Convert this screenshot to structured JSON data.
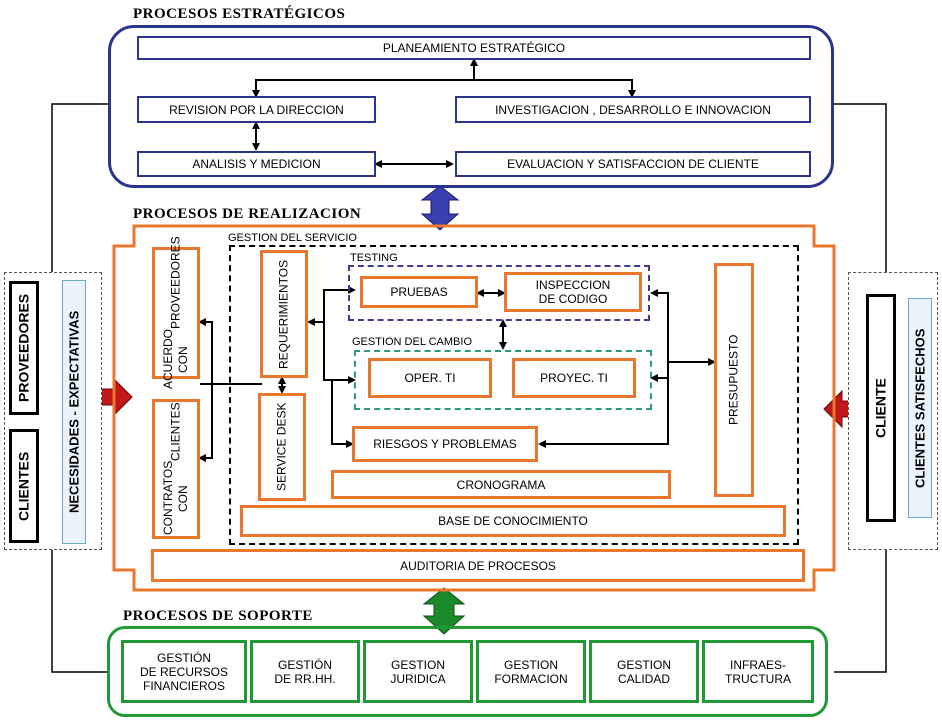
{
  "colors": {
    "strategic": "#2b3590",
    "realization": "#e9772c",
    "support": "#1f9a35",
    "red_arrow": "#c0171b"
  },
  "strategic": {
    "title": "PROCESOS ESTRATÉGICOS",
    "planning": "PLANEAMIENTO  ESTRATÉGICO",
    "review": "REVISION  POR LA DIRECCION",
    "research": "INVESTIGACION  , DESARROLLO  E INNOVACION",
    "analysis": "ANALISIS Y MEDICION",
    "evaluation": "EVALUACION Y   SATISFACCION  DE CLIENTE"
  },
  "realization": {
    "title": "PROCESOS DE REALIZACION",
    "service_mgmt_label": "GESTION DEL SERVICIO",
    "supplier_agreement": [
      "ACUERDO CON",
      "PROVEEDORES"
    ],
    "client_contracts": [
      "CONTRATOS  CON",
      "CLIENTES"
    ],
    "requirements": "REQUERIMIENTOS",
    "service_desk": "SERVICE DESK",
    "testing_label": "TESTING",
    "tests": "PRUEBAS",
    "code_inspection": [
      "INSPECCION",
      "DE CODIGO"
    ],
    "change_mgmt_label": "GESTION DEL CAMBIO",
    "oper_ti": "OPER. TI",
    "proyec_ti": "PROYEC. TI",
    "risks": "RIESGOS Y PROBLEMAS",
    "schedule": "CRONOGRAMA",
    "budget": "PRESUPUESTO",
    "knowledge_base": "BASE DE CONOCIMIENTO",
    "audit": "AUDITORIA  DE PROCESOS"
  },
  "support": {
    "title": "PROCESOS DE SOPORTE",
    "items": [
      [
        "GESTIÓN",
        "DE RECURSOS",
        "FINANCIEROS"
      ],
      [
        "GESTIÓN",
        "DE RR.HH."
      ],
      [
        "GESTION",
        "JURIDICA"
      ],
      [
        "GESTION",
        "FORMACION"
      ],
      [
        "GESTION",
        "CALIDAD"
      ],
      [
        "INFRAES-",
        "TRUCTURA"
      ]
    ]
  },
  "left_panel": {
    "suppliers": "PROVEEDORES",
    "clients": "CLIENTES",
    "needs": "NECESIDADES - EXPECTATIVAS"
  },
  "right_panel": {
    "client": "CLIENTE",
    "satisfied": "CLIENTES SATISFECHOS"
  }
}
